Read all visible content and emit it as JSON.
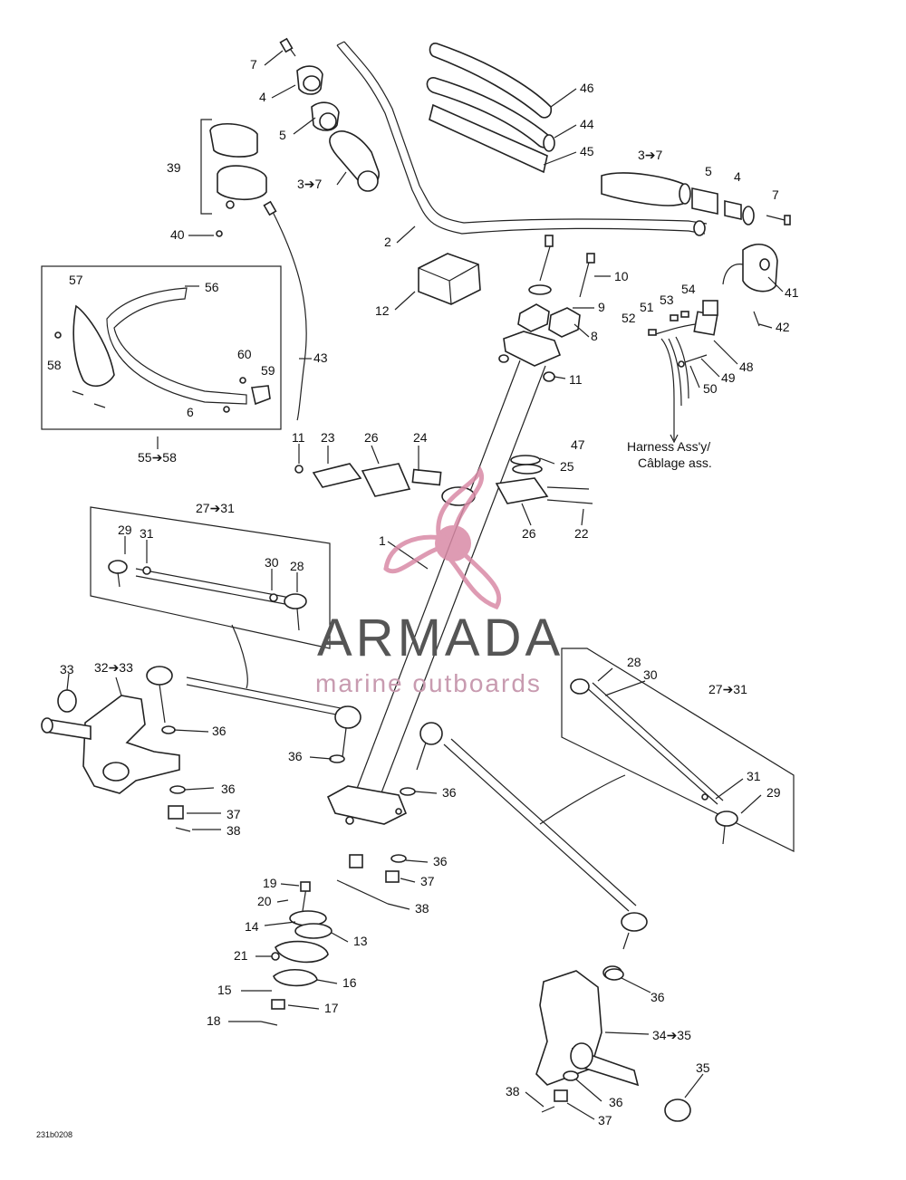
{
  "watermark": {
    "brand": "ARMADA",
    "tagline": "marine outboards",
    "color": "#d98aa6"
  },
  "harness_note": {
    "line1": "Harness Ass'y/",
    "line2": "Câblage ass."
  },
  "drawing_code": "231b0208",
  "callouts": [
    {
      "id": "c7a",
      "text": "7"
    },
    {
      "id": "c4a",
      "text": "4"
    },
    {
      "id": "c5a",
      "text": "5"
    },
    {
      "id": "c37a",
      "text": "3➔7"
    },
    {
      "id": "c39",
      "text": "39"
    },
    {
      "id": "c40",
      "text": "40"
    },
    {
      "id": "c2",
      "text": "2"
    },
    {
      "id": "c46",
      "text": "46"
    },
    {
      "id": "c44",
      "text": "44"
    },
    {
      "id": "c45",
      "text": "45"
    },
    {
      "id": "c37b",
      "text": "3➔7"
    },
    {
      "id": "c5b",
      "text": "5"
    },
    {
      "id": "c4b",
      "text": "4"
    },
    {
      "id": "c7b",
      "text": "7"
    },
    {
      "id": "c12",
      "text": "12"
    },
    {
      "id": "c10",
      "text": "10"
    },
    {
      "id": "c9",
      "text": "9"
    },
    {
      "id": "c8",
      "text": "8"
    },
    {
      "id": "c11a",
      "text": "11"
    },
    {
      "id": "c41",
      "text": "41"
    },
    {
      "id": "c42",
      "text": "42"
    },
    {
      "id": "c54",
      "text": "54"
    },
    {
      "id": "c53",
      "text": "53"
    },
    {
      "id": "c51",
      "text": "51"
    },
    {
      "id": "c52",
      "text": "52"
    },
    {
      "id": "c48",
      "text": "48"
    },
    {
      "id": "c49",
      "text": "49"
    },
    {
      "id": "c50",
      "text": "50"
    },
    {
      "id": "c57",
      "text": "57"
    },
    {
      "id": "c56",
      "text": "56"
    },
    {
      "id": "c58",
      "text": "58"
    },
    {
      "id": "c60",
      "text": "60"
    },
    {
      "id": "c59",
      "text": "59"
    },
    {
      "id": "c6",
      "text": "6"
    },
    {
      "id": "c5558",
      "text": "55➔58"
    },
    {
      "id": "c43",
      "text": "43"
    },
    {
      "id": "c11b",
      "text": "11"
    },
    {
      "id": "c23",
      "text": "23"
    },
    {
      "id": "c26a",
      "text": "26"
    },
    {
      "id": "c24",
      "text": "24"
    },
    {
      "id": "c47",
      "text": "47"
    },
    {
      "id": "c25",
      "text": "25"
    },
    {
      "id": "c26b",
      "text": "26"
    },
    {
      "id": "c22",
      "text": "22"
    },
    {
      "id": "c2731a",
      "text": "27➔31"
    },
    {
      "id": "c29a",
      "text": "29"
    },
    {
      "id": "c31a",
      "text": "31"
    },
    {
      "id": "c30a",
      "text": "30"
    },
    {
      "id": "c28a",
      "text": "28"
    },
    {
      "id": "c1",
      "text": "1"
    },
    {
      "id": "c33",
      "text": "33"
    },
    {
      "id": "c3233",
      "text": "32➔33"
    },
    {
      "id": "c36a",
      "text": "36"
    },
    {
      "id": "c36b",
      "text": "36"
    },
    {
      "id": "c36c",
      "text": "36"
    },
    {
      "id": "c37c",
      "text": "37"
    },
    {
      "id": "c38a",
      "text": "38"
    },
    {
      "id": "c36d",
      "text": "36"
    },
    {
      "id": "c36e",
      "text": "36"
    },
    {
      "id": "c37d",
      "text": "37"
    },
    {
      "id": "c38b",
      "text": "38"
    },
    {
      "id": "c28b",
      "text": "28"
    },
    {
      "id": "c30b",
      "text": "30"
    },
    {
      "id": "c2731b",
      "text": "27➔31"
    },
    {
      "id": "c31b",
      "text": "31"
    },
    {
      "id": "c29b",
      "text": "29"
    },
    {
      "id": "c19",
      "text": "19"
    },
    {
      "id": "c20",
      "text": "20"
    },
    {
      "id": "c14",
      "text": "14"
    },
    {
      "id": "c13",
      "text": "13"
    },
    {
      "id": "c21",
      "text": "21"
    },
    {
      "id": "c16",
      "text": "16"
    },
    {
      "id": "c15",
      "text": "15"
    },
    {
      "id": "c17",
      "text": "17"
    },
    {
      "id": "c18",
      "text": "18"
    },
    {
      "id": "c36f",
      "text": "36"
    },
    {
      "id": "c3435",
      "text": "34➔35"
    },
    {
      "id": "c35",
      "text": "35"
    },
    {
      "id": "c38c",
      "text": "38"
    },
    {
      "id": "c36g",
      "text": "36"
    },
    {
      "id": "c37e",
      "text": "37"
    }
  ]
}
